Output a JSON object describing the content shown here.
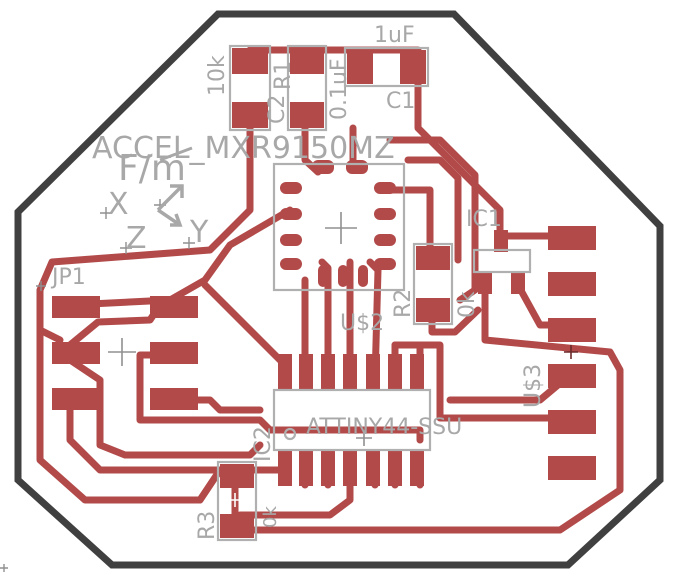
{
  "labels": {
    "c1_value": "1uF",
    "c1_name": "C1",
    "c2_name": "C2",
    "r1_value": "10k",
    "r1_name": "R1",
    "c2_value": "0.1uF",
    "accel": "ACCEL_MXR9150MZ",
    "f_m": "F/m",
    "x": "X",
    "z": "Z",
    "y": "Y",
    "jp1": "JP1",
    "ic1": "IC1",
    "r2_name": "R2",
    "r2_value": "0k",
    "us2": "U$2",
    "us3": "U$3",
    "attiny": "ATTINY44-SSU",
    "ic2": "IC2",
    "r3_name": "R3",
    "r3_value": "0k"
  },
  "colors": {
    "copper": "#b34a4a",
    "outline": "#404040",
    "silkscreen": "#a8a8a8",
    "background": "#ffffff"
  }
}
